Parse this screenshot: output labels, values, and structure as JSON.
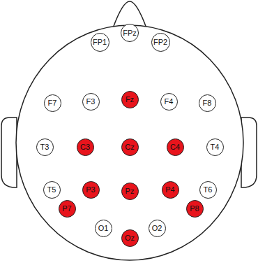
{
  "diagram": {
    "nodes": [
      {
        "text": [
          "FP1"
        ]
      },
      {
        "text": [
          "FPz"
        ]
      },
      {
        "text": [
          "FP2"
        ]
      },
      {
        "text": [
          "F7"
        ]
      },
      {
        "text": [
          "F3"
        ]
      },
      {
        "text": [
          "Fz"
        ]
      },
      {
        "text": [
          "F4"
        ]
      },
      {
        "text": [
          "F8"
        ]
      },
      {
        "text": [
          "T3"
        ]
      },
      {
        "text": [
          "C3"
        ]
      },
      {
        "text": [
          "Cz"
        ]
      },
      {
        "text": [
          "C4"
        ]
      },
      {
        "text": [
          "T4"
        ]
      },
      {
        "text": [
          "T5"
        ]
      },
      {
        "text": [
          "P3"
        ]
      },
      {
        "text": [
          "Pz"
        ]
      },
      {
        "text": [
          "P4"
        ]
      },
      {
        "text": [
          "T6"
        ]
      },
      {
        "text": [
          "P7"
        ]
      },
      {
        "text": [
          "P8"
        ]
      },
      {
        "text": [
          "O1"
        ]
      },
      {
        "text": [
          "Oz"
        ]
      },
      {
        "text": [
          "O2"
        ]
      }
    ]
  }
}
